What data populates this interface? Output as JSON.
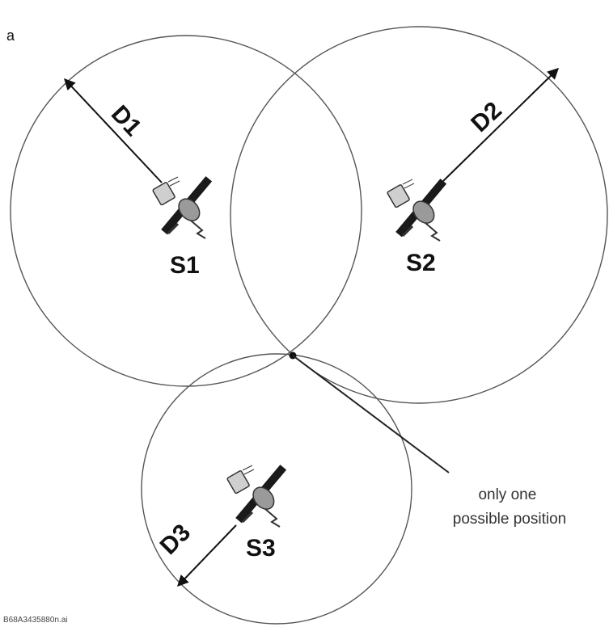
{
  "satellites": [
    {
      "label": "S1",
      "distance_label": "D1"
    },
    {
      "label": "S2",
      "distance_label": "D2"
    },
    {
      "label": "S3",
      "distance_label": "D3"
    }
  ],
  "annotation": {
    "line1": "only one",
    "line2": "possible position"
  },
  "corner_mark": "a",
  "file_ref": "B68A3435880n.ai",
  "colors": {
    "circle": "#555555",
    "ink": "#111111",
    "satellite_body": "#9a9a9a"
  },
  "icons": [
    "satellite-icon"
  ]
}
